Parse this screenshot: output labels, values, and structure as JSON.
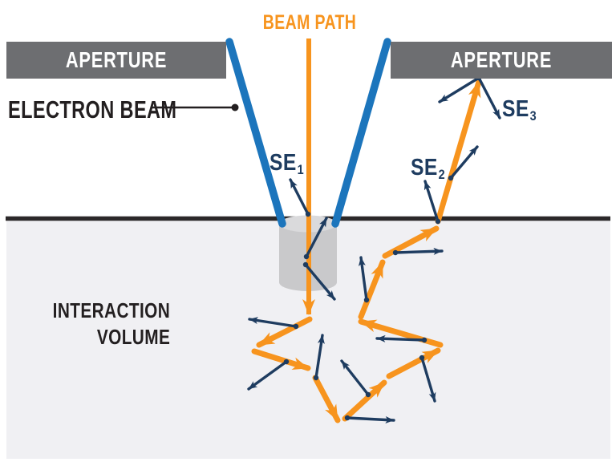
{
  "labels": {
    "beam_path": "BEAM PATH",
    "aperture_left": "APERTURE",
    "aperture_right": "APERTURE",
    "electron_beam": "ELECTRON BEAM",
    "interaction_volume_line1": "INTERACTION",
    "interaction_volume_line2": "VOLUME",
    "se1": {
      "base": "SE",
      "sub": "1"
    },
    "se2": {
      "base": "SE",
      "sub": "2"
    },
    "se3": {
      "base": "SE",
      "sub": "3"
    }
  },
  "colors": {
    "orange": "#F7941E",
    "navy": "#1E3C60",
    "blue": "#1C75BC",
    "gray": "#6D6E71",
    "dark": "#231F20",
    "cylinder_body": "#C9C9CB",
    "cylinder_top": "#DADADC",
    "subsurface_bg": "#F0F0F3",
    "surface_line": "#2B2829"
  },
  "diagram": {
    "beam_line": [
      385,
      48,
      385,
      392
    ],
    "electron_beam_lines": [
      [
        286,
        52,
        352,
        279
      ],
      [
        483,
        52,
        418,
        279
      ]
    ],
    "scatter_segments": [
      [
        386,
        398,
        323,
        430
      ],
      [
        317,
        438,
        384,
        459
      ],
      [
        393,
        471,
        421,
        524
      ],
      [
        430,
        522,
        479,
        477
      ],
      [
        485,
        469,
        546,
        437
      ],
      [
        549,
        430,
        450,
        401
      ],
      [
        450,
        395,
        477,
        327
      ],
      [
        480,
        319,
        544,
        285
      ],
      [
        546,
        276,
        597,
        102
      ]
    ],
    "secondary_electron_arrows": [
      [
        384,
        267,
        362,
        224
      ],
      [
        382,
        320,
        407,
        272
      ],
      [
        381,
        330,
        417,
        373
      ],
      [
        369,
        407,
        311,
        398
      ],
      [
        357,
        451,
        310,
        485
      ],
      [
        394,
        471,
        402,
        418
      ],
      [
        459,
        492,
        426,
        450
      ],
      [
        433,
        521,
        491,
        524
      ],
      [
        526,
        446,
        542,
        500
      ],
      [
        529,
        424,
        470,
        422
      ],
      [
        457,
        374,
        450,
        321
      ],
      [
        493,
        315,
        551,
        313
      ],
      [
        546,
        276,
        530,
        226
      ],
      [
        562,
        222,
        595,
        183
      ],
      [
        597,
        97,
        548,
        127
      ],
      [
        597,
        97,
        623,
        147
      ]
    ]
  }
}
